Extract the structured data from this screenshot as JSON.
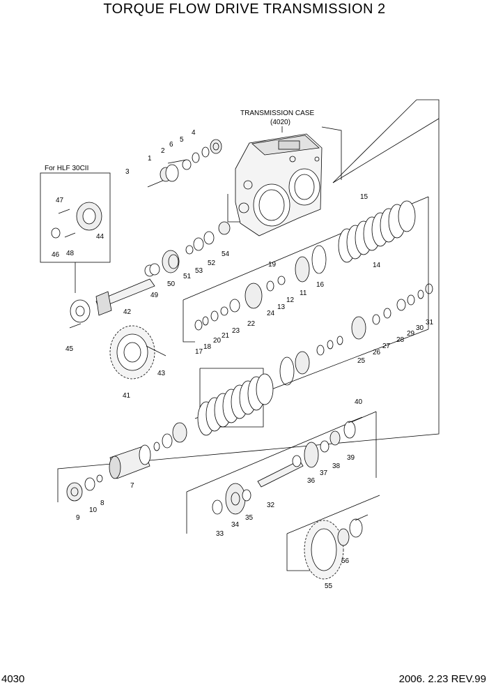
{
  "title": "TORQUE FLOW DRIVE TRANSMISSION 2",
  "page_number": "4030",
  "revision": "2006. 2.23 REV.99",
  "case_label": "TRANSMISSION CASE",
  "case_ref": "(4020)",
  "option_label": "For HLF 30CII",
  "part_numbers": [
    "1",
    "2",
    "3",
    "4",
    "5",
    "6",
    "15",
    "47",
    "44",
    "46",
    "48",
    "14",
    "19",
    "16",
    "11",
    "12",
    "13",
    "24",
    "22",
    "23",
    "21",
    "20",
    "18",
    "17",
    "50",
    "51",
    "53",
    "52",
    "54",
    "49",
    "42",
    "45",
    "43",
    "41",
    "25",
    "26",
    "27",
    "28",
    "29",
    "30",
    "31",
    "7",
    "8",
    "9",
    "10",
    "32",
    "33",
    "34",
    "35",
    "36",
    "37",
    "38",
    "39",
    "40",
    "55",
    "56"
  ]
}
